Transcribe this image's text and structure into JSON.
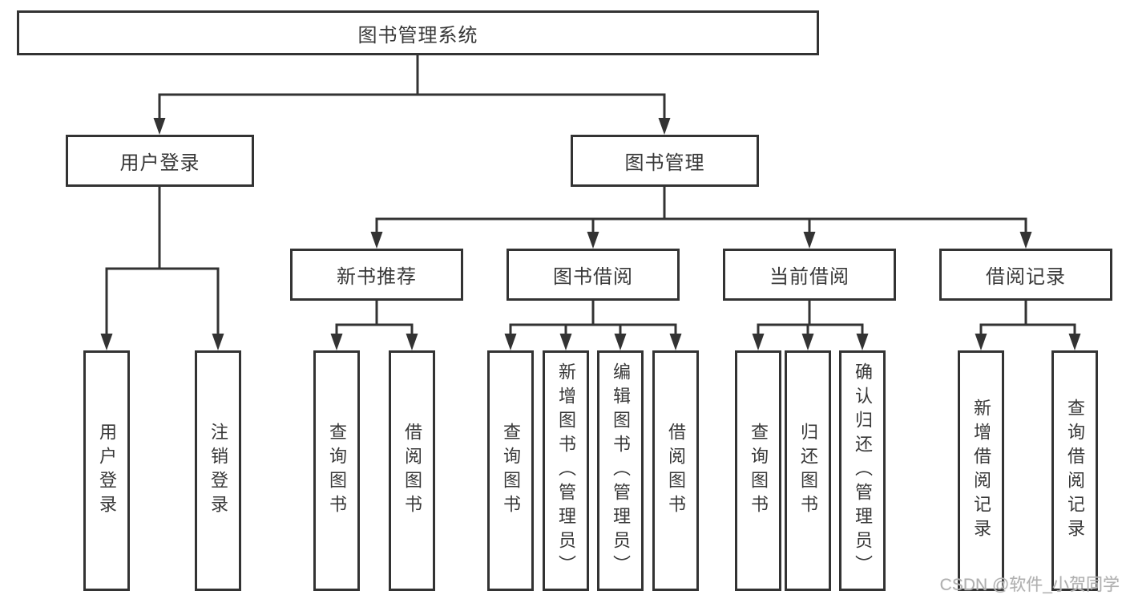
{
  "diagram": {
    "root": {
      "label": "图书管理系统"
    },
    "branches": [
      {
        "label": "用户登录",
        "children": [
          {
            "label": "用户登录"
          },
          {
            "label": "注销登录"
          }
        ]
      },
      {
        "label": "图书管理",
        "children": [
          {
            "label": "新书推荐",
            "children": [
              {
                "label": "查询图书"
              },
              {
                "label": "借阅图书"
              }
            ]
          },
          {
            "label": "图书借阅",
            "children": [
              {
                "label": "查询图书"
              },
              {
                "label": "新增图书（管理员）"
              },
              {
                "label": "编辑图书（管理员）"
              },
              {
                "label": "借阅图书"
              }
            ]
          },
          {
            "label": "当前借阅",
            "children": [
              {
                "label": "查询图书"
              },
              {
                "label": "归还图书"
              },
              {
                "label": "确认归还（管理员）"
              }
            ]
          },
          {
            "label": "借阅记录",
            "children": [
              {
                "label": "新增借阅记录"
              },
              {
                "label": "查询借阅记录"
              }
            ]
          }
        ]
      }
    ]
  },
  "watermark": {
    "text": "CSDN @软件_小贺同学"
  },
  "colors": {
    "line": "#333333",
    "box_border": "#333333",
    "text": "#383838",
    "watermark": "#b0b0b0",
    "background": "#ffffff"
  }
}
